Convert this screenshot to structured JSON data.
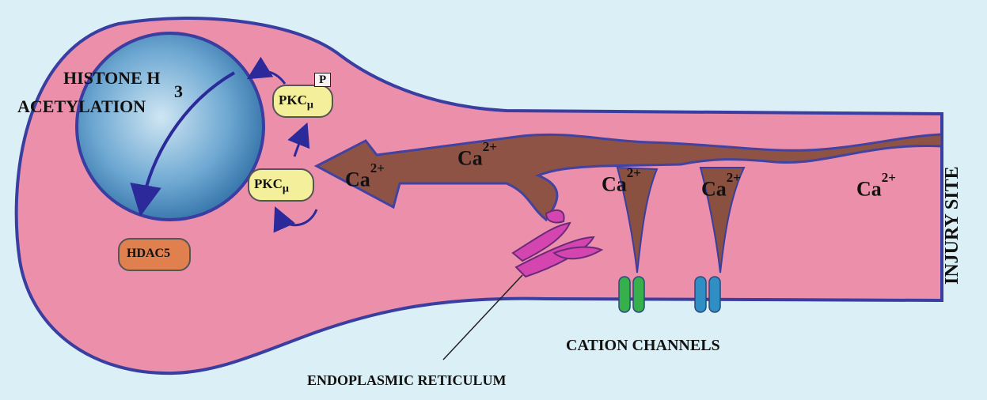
{
  "labels": {
    "histone_line1": "HISTONE H",
    "histone_sub": "3",
    "histone_line2": "ACETYLATION",
    "pkc": "PKC",
    "mu": "μ",
    "phospho": "P",
    "hdac5": "HDAC5",
    "ca": "Ca",
    "ca_charge": "2+",
    "cation_channels": "CATION CHANNELS",
    "endoplasmic_reticulum": "ENDOPLASMIC RETICULUM",
    "injury_site": "INJURY SITE"
  },
  "colors": {
    "background": "#c9e8f2",
    "cytoplasm": "#eb8fab",
    "membrane": "#3a3ea0",
    "nucleus": "#4f8fc0",
    "calcium_flow": "#8a5040",
    "pkc_fill": "#f4ef9a",
    "hdac_fill": "#e0804e",
    "er_fill": "#d545b0",
    "channel_green": "#36b04a",
    "channel_blue": "#2f8fc4",
    "arrow": "#2c2a9a"
  }
}
